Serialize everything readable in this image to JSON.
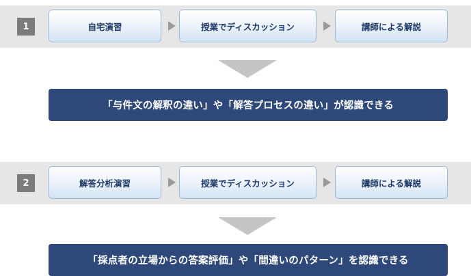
{
  "flows": [
    {
      "number": "1",
      "steps": [
        "自宅演習",
        "授業でディスカッション",
        "講師による解説"
      ],
      "result": "「与件文の解釈の違い」や「解答プロセスの違い」が認識できる"
    },
    {
      "number": "2",
      "steps": [
        "解答分析演習",
        "授業でディスカッション",
        "講師による解説"
      ],
      "result": "「採点者の立場からの答案評価」や「間違いのパターン」を認識できる"
    }
  ],
  "colors": {
    "band": "#e6e6e7",
    "number_badge": "#7c7c7c",
    "step_text": "#1f3a68",
    "step_border": "#9bb7d6",
    "arrow": "#9a9a9a",
    "down_arrow": "#c5c5c6",
    "result_bg": "#2d4879",
    "result_text": "#ffffff"
  }
}
